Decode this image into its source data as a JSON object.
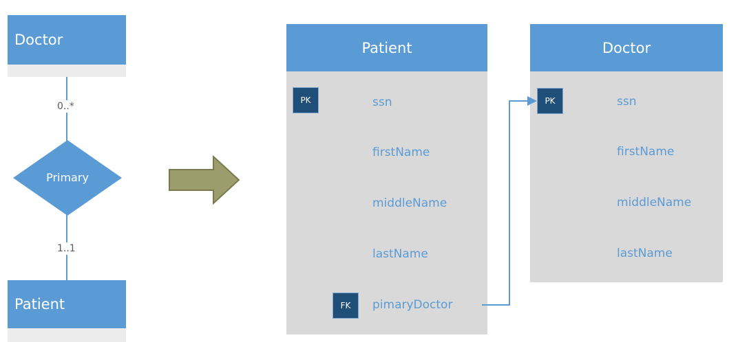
{
  "er_model": {
    "top_entity": "Doctor",
    "bottom_entity": "Patient",
    "relationship": "Primary",
    "top_multiplicity": "0..*",
    "bottom_multiplicity": "1..1"
  },
  "relational_model": {
    "patient_table": {
      "title": "Patient",
      "fields": [
        "ssn",
        "firstName",
        "middleName",
        "lastName",
        "pimaryDoctor"
      ],
      "pk_label": "PK",
      "fk_label": "FK"
    },
    "doctor_table": {
      "title": "Doctor",
      "fields": [
        "ssn",
        "firstName",
        "middleName",
        "lastName"
      ],
      "pk_label": "PK"
    }
  },
  "colors": {
    "header_blue": "#5b9bd5",
    "table_gray": "#d9d9d9",
    "key_navy": "#1f4e79",
    "arrow_olive": "#9c9c6c"
  }
}
